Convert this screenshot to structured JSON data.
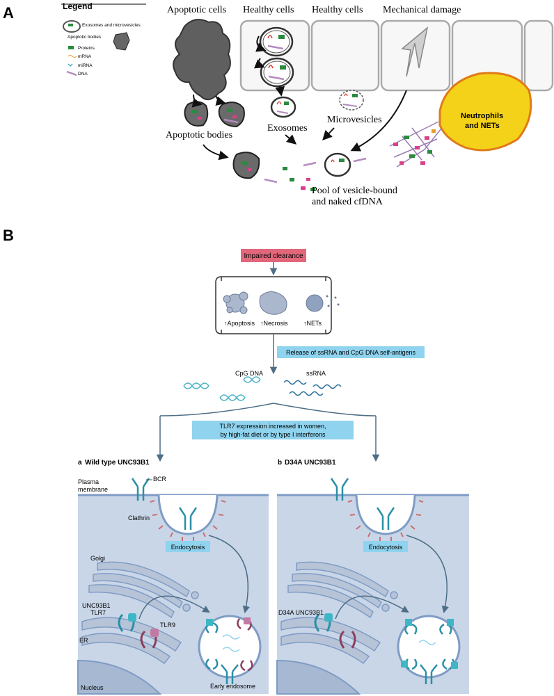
{
  "panelA": {
    "label": "A",
    "legend": {
      "title": "Legend",
      "items": [
        "Exosomes and microvesicles",
        "Apoptotic bodies",
        "Proteins",
        "mRNA",
        "miRNA",
        "DNA"
      ]
    },
    "headers": {
      "apoptotic_cells": "Apoptotic cells",
      "healthy_cells_1": "Healthy cells",
      "healthy_cells_2": "Healthy cells",
      "mechanical_damage": "Mechanical damage"
    },
    "labels": {
      "apoptotic_bodies": "Apoptotic bodies",
      "exosomes": "Exosomes",
      "microvesicles": "Microvesicles",
      "neutrophils_line1": "Neutrophils",
      "neutrophils_line2": "and NETs",
      "pool_line1": "Pool of vesicle-bound",
      "pool_line2": "and naked cfDNA"
    }
  },
  "panelB": {
    "label": "B",
    "impaired_clearance": "Impaired clearance",
    "cell_death": [
      "↑Apoptosis",
      "↑Necrosis",
      "↑NETs"
    ],
    "release_box": "Release of ssRNA and CpG DNA self-antigens",
    "cpg_label": "CpG DNA",
    "ssrna_label": "ssRNA",
    "tlr7_line1": "TLR7 expression increased in women,",
    "tlr7_line2": "by high-fat diet or by type I interferons",
    "left": {
      "title_letter": "a",
      "title": "Wild type UNC93B1",
      "bcr": "BCR",
      "plasma_line1": "Plasma",
      "plasma_line2": "membrane",
      "clathrin": "Clathrin",
      "endocytosis": "Endocytosis",
      "golgi": "Golgi",
      "unc93b1": "UNC93B1",
      "tlr7": "TLR7",
      "tlr9": "TLR9",
      "er": "ER",
      "nucleus": "Nucleus",
      "early_endosome": "Early endosome"
    },
    "right": {
      "title_letter": "b",
      "title": "D34A UNC93B1",
      "endocytosis": "Endocytosis",
      "d34a": "D34A UNC93B1"
    }
  },
  "colors": {
    "cell_blue": "#c9d6e8",
    "membrane_blue": "#7f9cc4",
    "pink_box": "#e3677a",
    "cyan_box": "#8fd3ee",
    "receptor_teal": "#2a8fa6",
    "neutrophil_yellow": "#f5d21a"
  }
}
